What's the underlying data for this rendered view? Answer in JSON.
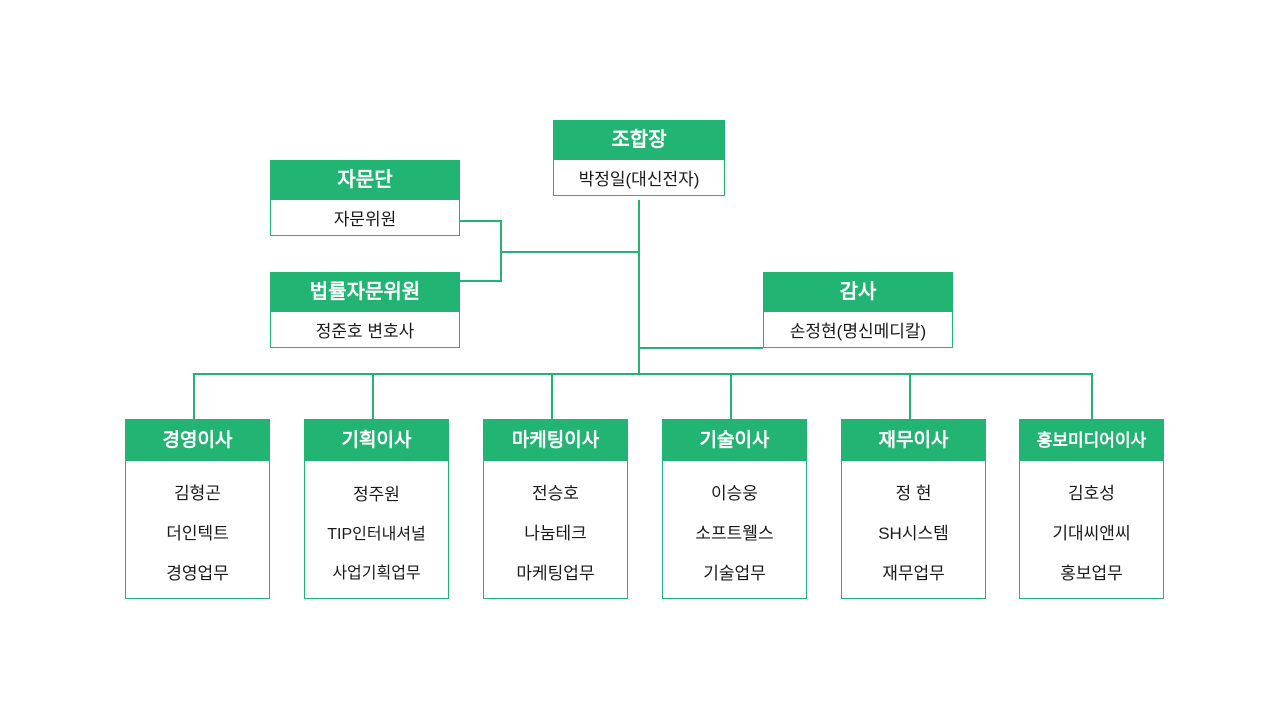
{
  "theme": {
    "accent": "#22b473",
    "box_border": "#22b473",
    "title_text": "#ffffff",
    "body_text": "#1a1a1a",
    "background": "#ffffff"
  },
  "chart_data": {
    "type": "diagram",
    "diagram_type": "organization-chart",
    "title": "",
    "orientation": "top-down",
    "nodes": [
      {
        "id": "chairman",
        "title": "조합장",
        "lines": [
          "박정일(대신전자)"
        ],
        "level": 0
      },
      {
        "id": "advisory-group",
        "title": "자문단",
        "lines": [
          "자문위원"
        ],
        "level": 1,
        "side": "left"
      },
      {
        "id": "legal-advisor",
        "title": "법률자문위원",
        "lines": [
          "정준호 변호사"
        ],
        "level": 1,
        "side": "left"
      },
      {
        "id": "auditor",
        "title": "감사",
        "lines": [
          "손정현(명신메디칼)"
        ],
        "level": 1,
        "side": "right"
      },
      {
        "id": "director-management",
        "title": "경영이사",
        "lines": [
          "김형곤",
          "더인텍트",
          "경영업무"
        ],
        "level": 2
      },
      {
        "id": "director-planning",
        "title": "기획이사",
        "lines": [
          "정주원",
          "TIP인터내셔널",
          "사업기획업무"
        ],
        "level": 2
      },
      {
        "id": "director-marketing",
        "title": "마케팅이사",
        "lines": [
          "전승호",
          "나눔테크",
          "마케팅업무"
        ],
        "level": 2
      },
      {
        "id": "director-technology",
        "title": "기술이사",
        "lines": [
          "이승웅",
          "소프트웰스",
          "기술업무"
        ],
        "level": 2
      },
      {
        "id": "director-finance",
        "title": "재무이사",
        "lines": [
          "정 현",
          "SH시스템",
          "재무업무"
        ],
        "level": 2
      },
      {
        "id": "director-pr-media",
        "title": "홍보미디어이사",
        "lines": [
          "김호성",
          "기대씨앤씨",
          "홍보업무"
        ],
        "level": 2
      }
    ],
    "edges": [
      {
        "from": "chairman",
        "to": "advisory-group"
      },
      {
        "from": "chairman",
        "to": "legal-advisor"
      },
      {
        "from": "chairman",
        "to": "auditor"
      },
      {
        "from": "chairman",
        "to": "director-management"
      },
      {
        "from": "chairman",
        "to": "director-planning"
      },
      {
        "from": "chairman",
        "to": "director-marketing"
      },
      {
        "from": "chairman",
        "to": "director-technology"
      },
      {
        "from": "chairman",
        "to": "director-finance"
      },
      {
        "from": "chairman",
        "to": "director-pr-media"
      }
    ]
  },
  "nodes": {
    "chairman": {
      "title": "조합장",
      "line1": "박정일(대신전자)"
    },
    "advisory_group": {
      "title": "자문단",
      "line1": "자문위원"
    },
    "legal_advisor": {
      "title": "법률자문위원",
      "line1": "정준호 변호사"
    },
    "auditor": {
      "title": "감사",
      "line1": "손정현(명신메디칼)"
    },
    "director_management": {
      "title": "경영이사",
      "line1": "김형곤",
      "line2": "더인텍트",
      "line3": "경영업무"
    },
    "director_planning": {
      "title": "기획이사",
      "line1": "정주원",
      "line2": "TIP인터내셔널",
      "line3": "사업기획업무"
    },
    "director_marketing": {
      "title": "마케팅이사",
      "line1": "전승호",
      "line2": "나눔테크",
      "line3": "마케팅업무"
    },
    "director_technology": {
      "title": "기술이사",
      "line1": "이승웅",
      "line2": "소프트웰스",
      "line3": "기술업무"
    },
    "director_finance": {
      "title": "재무이사",
      "line1": "정 현",
      "line2": "SH시스템",
      "line3": "재무업무"
    },
    "director_pr_media": {
      "title": "홍보미디어이사",
      "line1": "김호성",
      "line2": "기대씨앤씨",
      "line3": "홍보업무"
    }
  }
}
